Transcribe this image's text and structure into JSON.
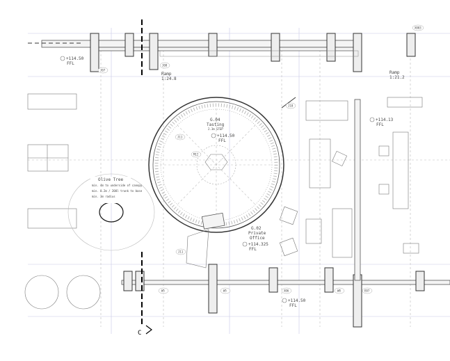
{
  "levels": {
    "top_left": {
      "value": "+114.50",
      "unit": "FFL"
    },
    "right": {
      "value": "+114.13",
      "unit": "FFL"
    },
    "tasting": {
      "value": "+114.50",
      "unit": "FFL"
    },
    "office": {
      "value": "+114.325",
      "unit": "FFL"
    },
    "bottom": {
      "value": "+114.50",
      "unit": "FFL"
    }
  },
  "ramps": [
    {
      "label": "Ramp",
      "slope": "1:24.8"
    },
    {
      "label": "Ramp",
      "slope": "1:21.2"
    }
  ],
  "rooms": {
    "tasting": {
      "code": "G.04",
      "name": "Tasting",
      "area": "2.3m STEP"
    },
    "office": {
      "code": "G.02",
      "name": "Private",
      "name2": "Office"
    }
  },
  "olive_tree": {
    "title": "Olive Tree",
    "notes": [
      "min. 4m to underside of canopy",
      "min. 0.2m / 200l trunk to base",
      "min. 3m radius"
    ]
  },
  "tags": [
    "J07",
    "J08",
    "J10",
    "J11",
    "M12",
    "J11",
    "W5",
    "W5",
    "X06",
    "W8",
    "E07",
    "X003"
  ],
  "section_marker": "C"
}
